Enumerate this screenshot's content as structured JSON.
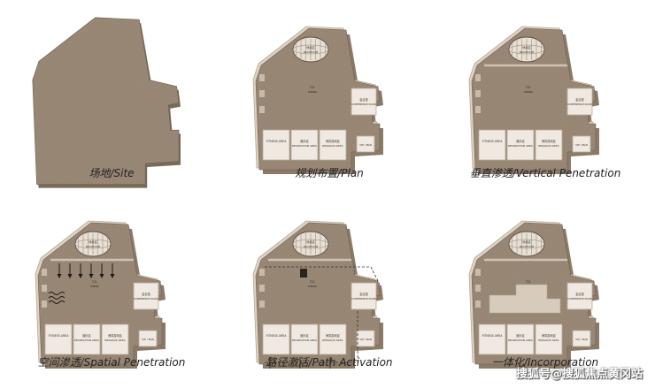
{
  "colors": {
    "floor": "#9a8976",
    "wall": "#ddd2c4",
    "wall_dark": "#8b7a68",
    "room": "#efe9e1",
    "line": "#4a3f35",
    "arrow": "#1e1a16"
  },
  "panels": [
    {
      "id": "site",
      "caption": "场地/Site",
      "variant": "site",
      "labels": {}
    },
    {
      "id": "plan",
      "caption": "规划布置/Plan",
      "variant": "plan",
      "labels": {
        "round_area": "休息区",
        "round_area_en": "BACKROOM",
        "center": "T.D.",
        "center_en": "DINING",
        "conf": "会议室",
        "conf_en": "CONFERENCE ROOM",
        "fitness": "FITNESS AREA",
        "rec_cn": "娱乐区",
        "rec_en": "RECREATION AREA",
        "bar_cn": "博弈游戏区",
        "bar_en": "BINGOGE AREA",
        "vip": "VIP / BAR"
      }
    },
    {
      "id": "vertical",
      "caption": "垂直渗透/Vertical Penetration",
      "variant": "vertical",
      "labels": {
        "round_area": "休息区",
        "round_area_en": "BACKROOM",
        "center": "T.D.",
        "center_en": "DINING",
        "conf": "会议室",
        "conf_en": "CONFERENCE ROOM",
        "fitness": "FITNESS AREA",
        "rec_cn": "娱乐区",
        "rec_en": "RECREATION AREA",
        "bar_cn": "博弈游戏区",
        "bar_en": "BINGOGE AREA",
        "vip": "VIP / BAR"
      }
    },
    {
      "id": "spatial",
      "caption": "空间渗透/Spatial Penetration",
      "variant": "spatial",
      "labels": {
        "round_area": "休息区",
        "round_area_en": "BACKROOM",
        "center": "T.D.",
        "center_en": "DINING",
        "conf": "会议室",
        "conf_en": "CONFERENCE ROOM",
        "fitness": "FITNESS AREA",
        "rec_cn": "娱乐区",
        "rec_en": "RECREATION AREA",
        "bar_cn": "博弈游戏区",
        "bar_en": "BINGOGE AREA",
        "vip": "VIP / BAR"
      }
    },
    {
      "id": "path",
      "caption": "路径激活/Path Activation",
      "variant": "path",
      "labels": {
        "round_area": "休息区",
        "round_area_en": "BACKROOM",
        "center": "T.D.",
        "center_en": "DINING",
        "conf": "会议室",
        "conf_en": "CONFERENCE ROOM",
        "fitness": "FITNESS AREA",
        "rec_cn": "娱乐区",
        "rec_en": "RECREATION AREA",
        "bar_cn": "博弈游戏区",
        "bar_en": "BINGOGE AREA",
        "vip": "VIP / BAR"
      }
    },
    {
      "id": "incorporation",
      "caption": "一体化/Incorporation",
      "variant": "incorporation",
      "labels": {
        "round_area": "休息区",
        "round_area_en": "BACKROOM",
        "center": "T.D.",
        "center_en": "DINING",
        "conf": "会议室",
        "conf_en": "CONFERENCE ROOM",
        "fitness": "FITNESS AREA",
        "rec_cn": "娱乐区",
        "rec_en": "RECREATION AREA",
        "bar_cn": "博弈游戏区",
        "bar_en": "BINGOGE AREA",
        "vip": "VIP / BAR"
      }
    }
  ],
  "watermark": "搜狐号@搜狐焦点黄冈站"
}
